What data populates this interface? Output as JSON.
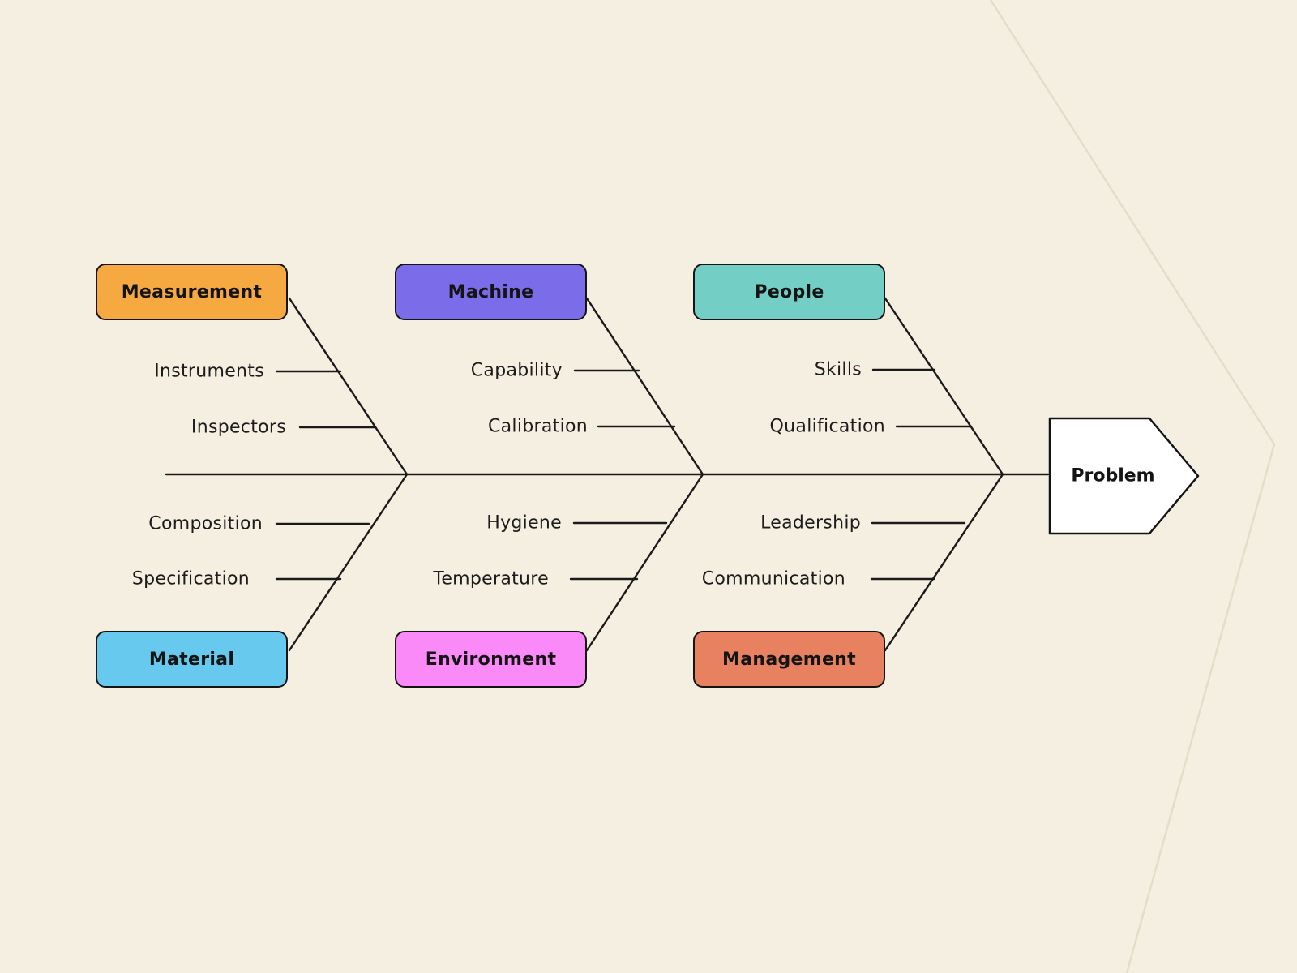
{
  "diagram": {
    "type": "fishbone-cause-effect",
    "problem": {
      "label": "Problem",
      "fill_color": "#ffffff"
    },
    "line_color": "#1a1a1a",
    "background_color": "#f5efe2",
    "background_decoration": "faint-chevron-lines",
    "categories": [
      {
        "label": "Measurement",
        "color": "#f7a941",
        "position": "top-left",
        "causes": [
          "Instruments",
          "Inspectors"
        ]
      },
      {
        "label": "Machine",
        "color": "#7b6cea",
        "position": "top-center",
        "causes": [
          "Capability",
          "Calibration"
        ]
      },
      {
        "label": "People",
        "color": "#73cfc6",
        "position": "top-right",
        "causes": [
          "Skills",
          "Qualification"
        ]
      },
      {
        "label": "Material",
        "color": "#67c9ee",
        "position": "bottom-left",
        "causes": [
          "Composition",
          "Specification"
        ]
      },
      {
        "label": "Environment",
        "color": "#f98af8",
        "position": "bottom-center",
        "causes": [
          "Hygiene",
          "Temperature"
        ]
      },
      {
        "label": "Management",
        "color": "#e8815f",
        "position": "bottom-right",
        "causes": [
          "Leadership",
          "Communication"
        ]
      }
    ]
  }
}
